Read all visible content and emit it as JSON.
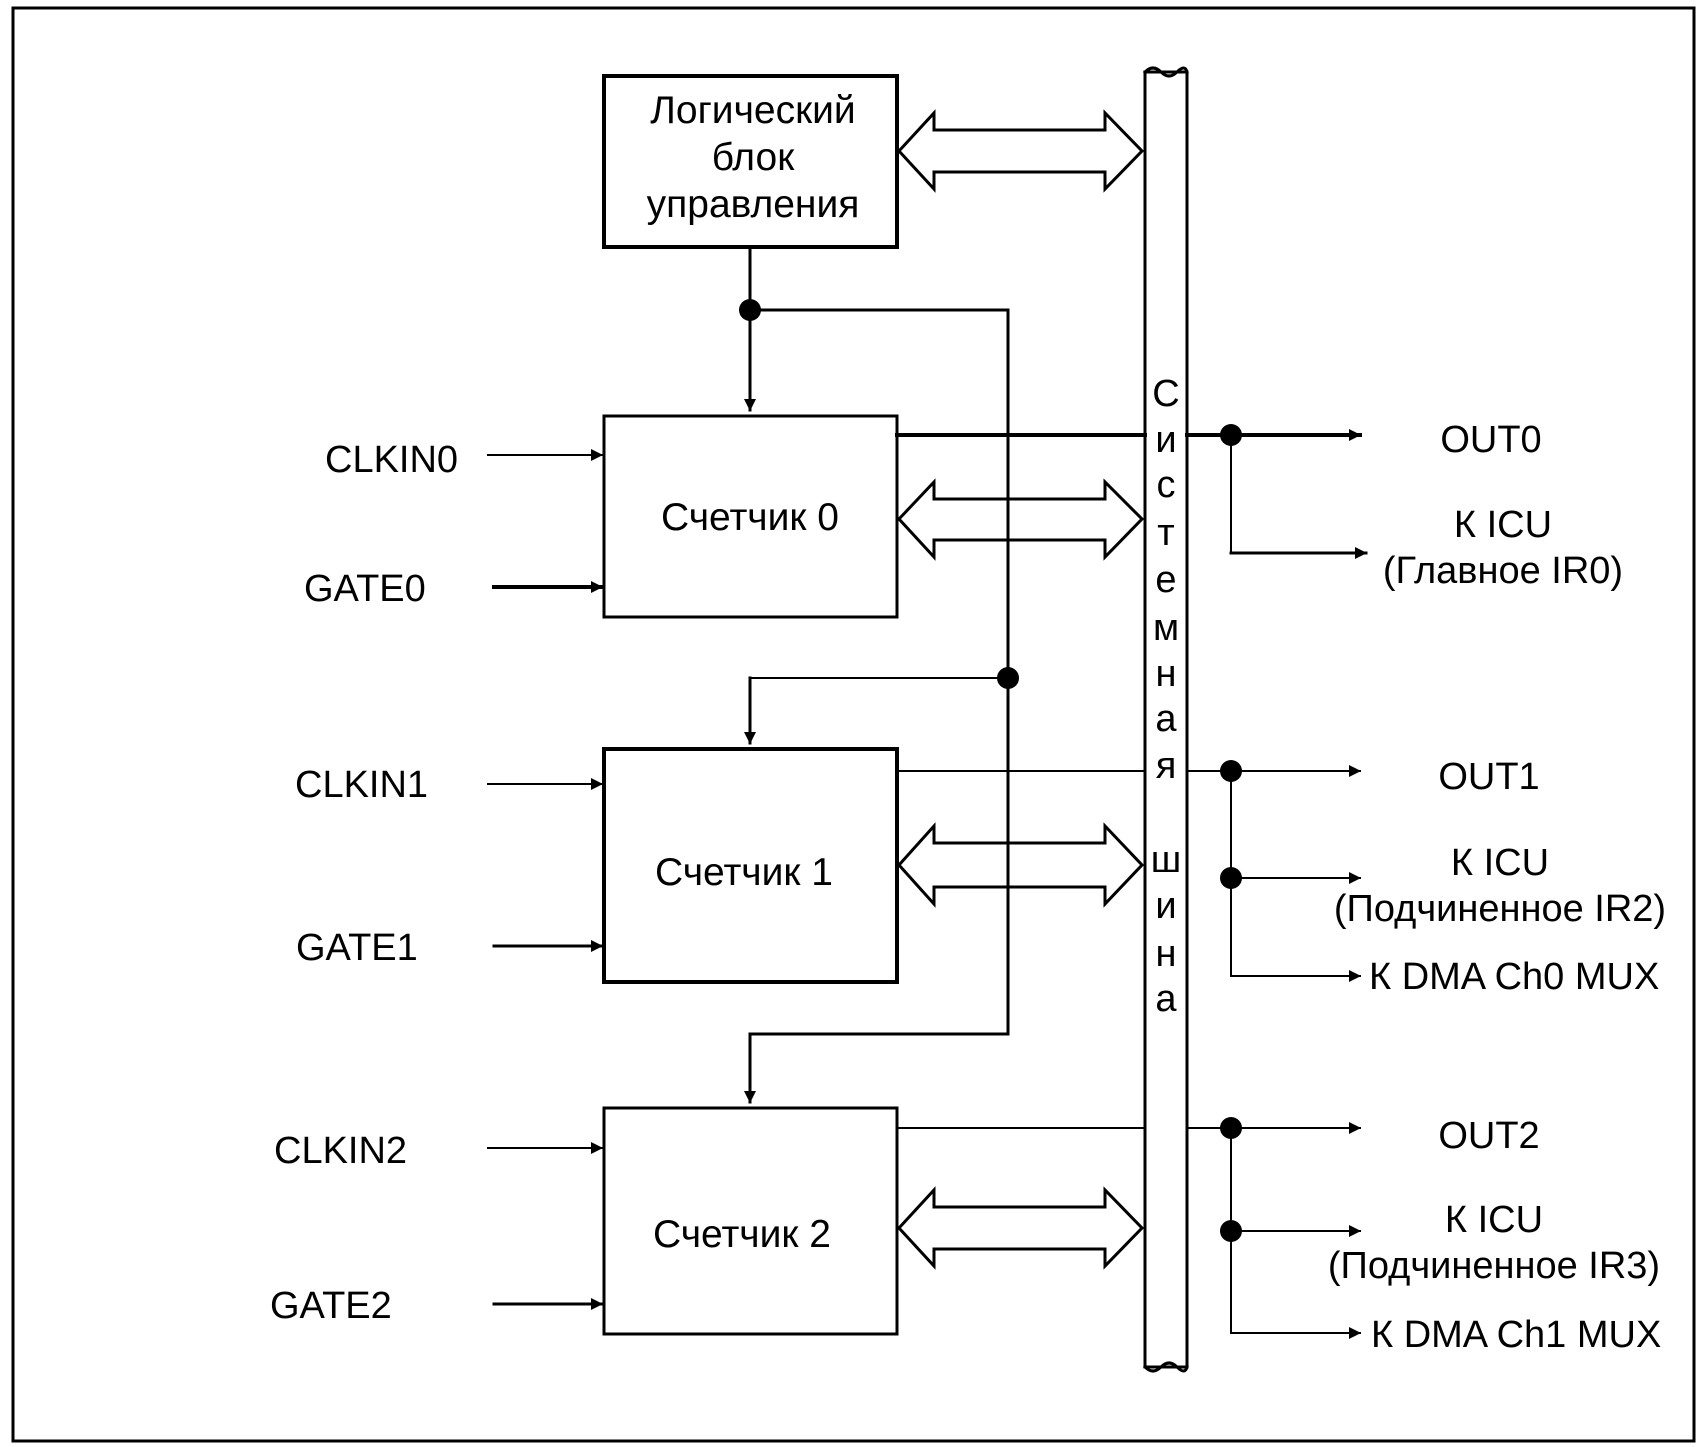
{
  "diagram": {
    "control_block": {
      "lines": [
        "Логический",
        "блок",
        "управления"
      ]
    },
    "counters": [
      {
        "label": "Счетчик 0",
        "clk": "CLKIN0",
        "gate": "GATE0"
      },
      {
        "label": "Счетчик 1",
        "clk": "CLKIN1",
        "gate": "GATE1"
      },
      {
        "label": "Счетчик 2",
        "clk": "CLKIN2",
        "gate": "GATE2"
      }
    ],
    "bus_label": [
      "С",
      "и",
      "с",
      "т",
      "е",
      "м",
      "н",
      "а",
      "я",
      "ш",
      "и",
      "н",
      "а"
    ],
    "outputs": {
      "out0": "OUT0",
      "out0_icu": "К ICU",
      "out0_icu_sub": "(Главное IR0)",
      "out1": "OUT1",
      "out1_icu": "К ICU",
      "out1_icu_sub": "(Подчиненное IR2)",
      "out1_dma": "К DMA Ch0 MUX",
      "out2": "OUT2",
      "out2_icu": "К ICU",
      "out2_icu_sub": "(Подчиненное IR3)",
      "out2_dma": "К DMA Ch1 MUX"
    }
  }
}
